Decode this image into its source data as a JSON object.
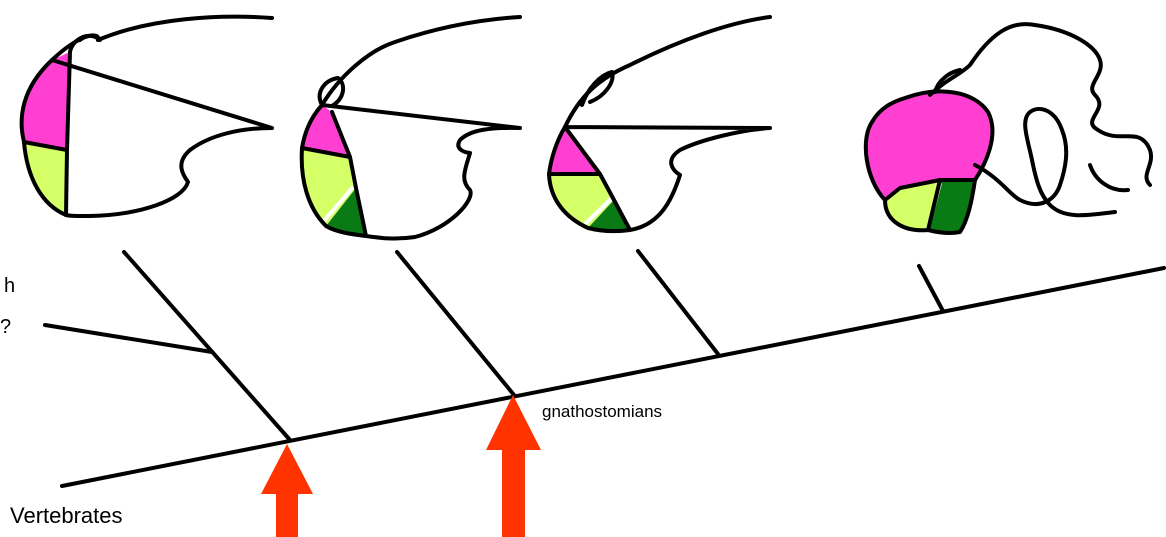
{
  "labels": {
    "partial_left_top": "h",
    "partial_left_bottom": "?",
    "gnathostomians": "gnathostomians",
    "vertebrates": "Vertebrates"
  },
  "colors": {
    "magenta_region": "#FF3FD2",
    "light_green_region": "#D4FF66",
    "dark_green_region": "#0A7A14",
    "arrow": "#FF3300",
    "outline": "#000000"
  },
  "embryos": [
    {
      "name": "embryo-1",
      "regions": [
        "magenta",
        "light-green"
      ]
    },
    {
      "name": "embryo-2",
      "regions": [
        "magenta",
        "light-green",
        "dark-green"
      ]
    },
    {
      "name": "embryo-3",
      "regions": [
        "magenta",
        "light-green",
        "dark-green"
      ]
    },
    {
      "name": "embryo-4",
      "regions": [
        "magenta",
        "light-green",
        "dark-green"
      ]
    }
  ],
  "arrows": [
    {
      "name": "vertebrate-origin-arrow"
    },
    {
      "name": "gnathostome-origin-arrow"
    }
  ]
}
